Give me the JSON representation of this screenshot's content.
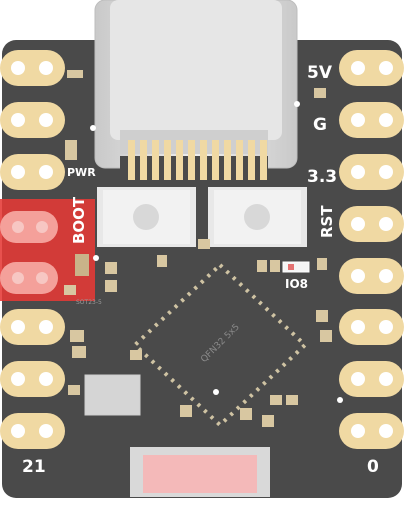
{
  "board": {
    "colors": {
      "pcb": "#4a4a4a",
      "pad_gold": "#f0d9a3",
      "hole": "#ffffff",
      "usb_metal": "#d9d9d9",
      "boot_highlight": "#e53935",
      "button_body": "#e8e8e8",
      "silk_text": "#ffffff"
    },
    "labels": {
      "pin_5v": "5V",
      "pin_g": "G",
      "pin_33": "3.3",
      "rst": "RST",
      "boot": "BOOT",
      "pwr": "PWR",
      "io8": "IO8",
      "pin_21": "21",
      "pin_0": "0",
      "chip": "QFN32 5x5",
      "small_chip": "SOT23-5"
    }
  }
}
